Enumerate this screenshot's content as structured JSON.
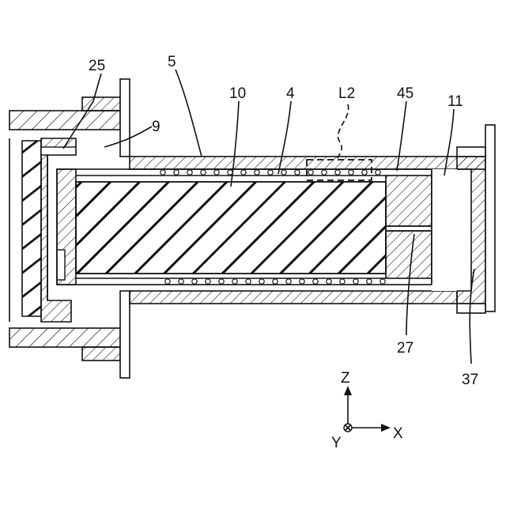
{
  "labels": {
    "l25": "25",
    "l5": "5",
    "l9": "9",
    "l10": "10",
    "l4": "4",
    "lL2": "L2",
    "l45": "45",
    "l11": "11",
    "l27": "27",
    "l37": "37"
  },
  "axes": {
    "z": "Z",
    "x": "X",
    "y": "Y"
  },
  "colors": {
    "line": "#111111",
    "background": "#ffffff"
  }
}
